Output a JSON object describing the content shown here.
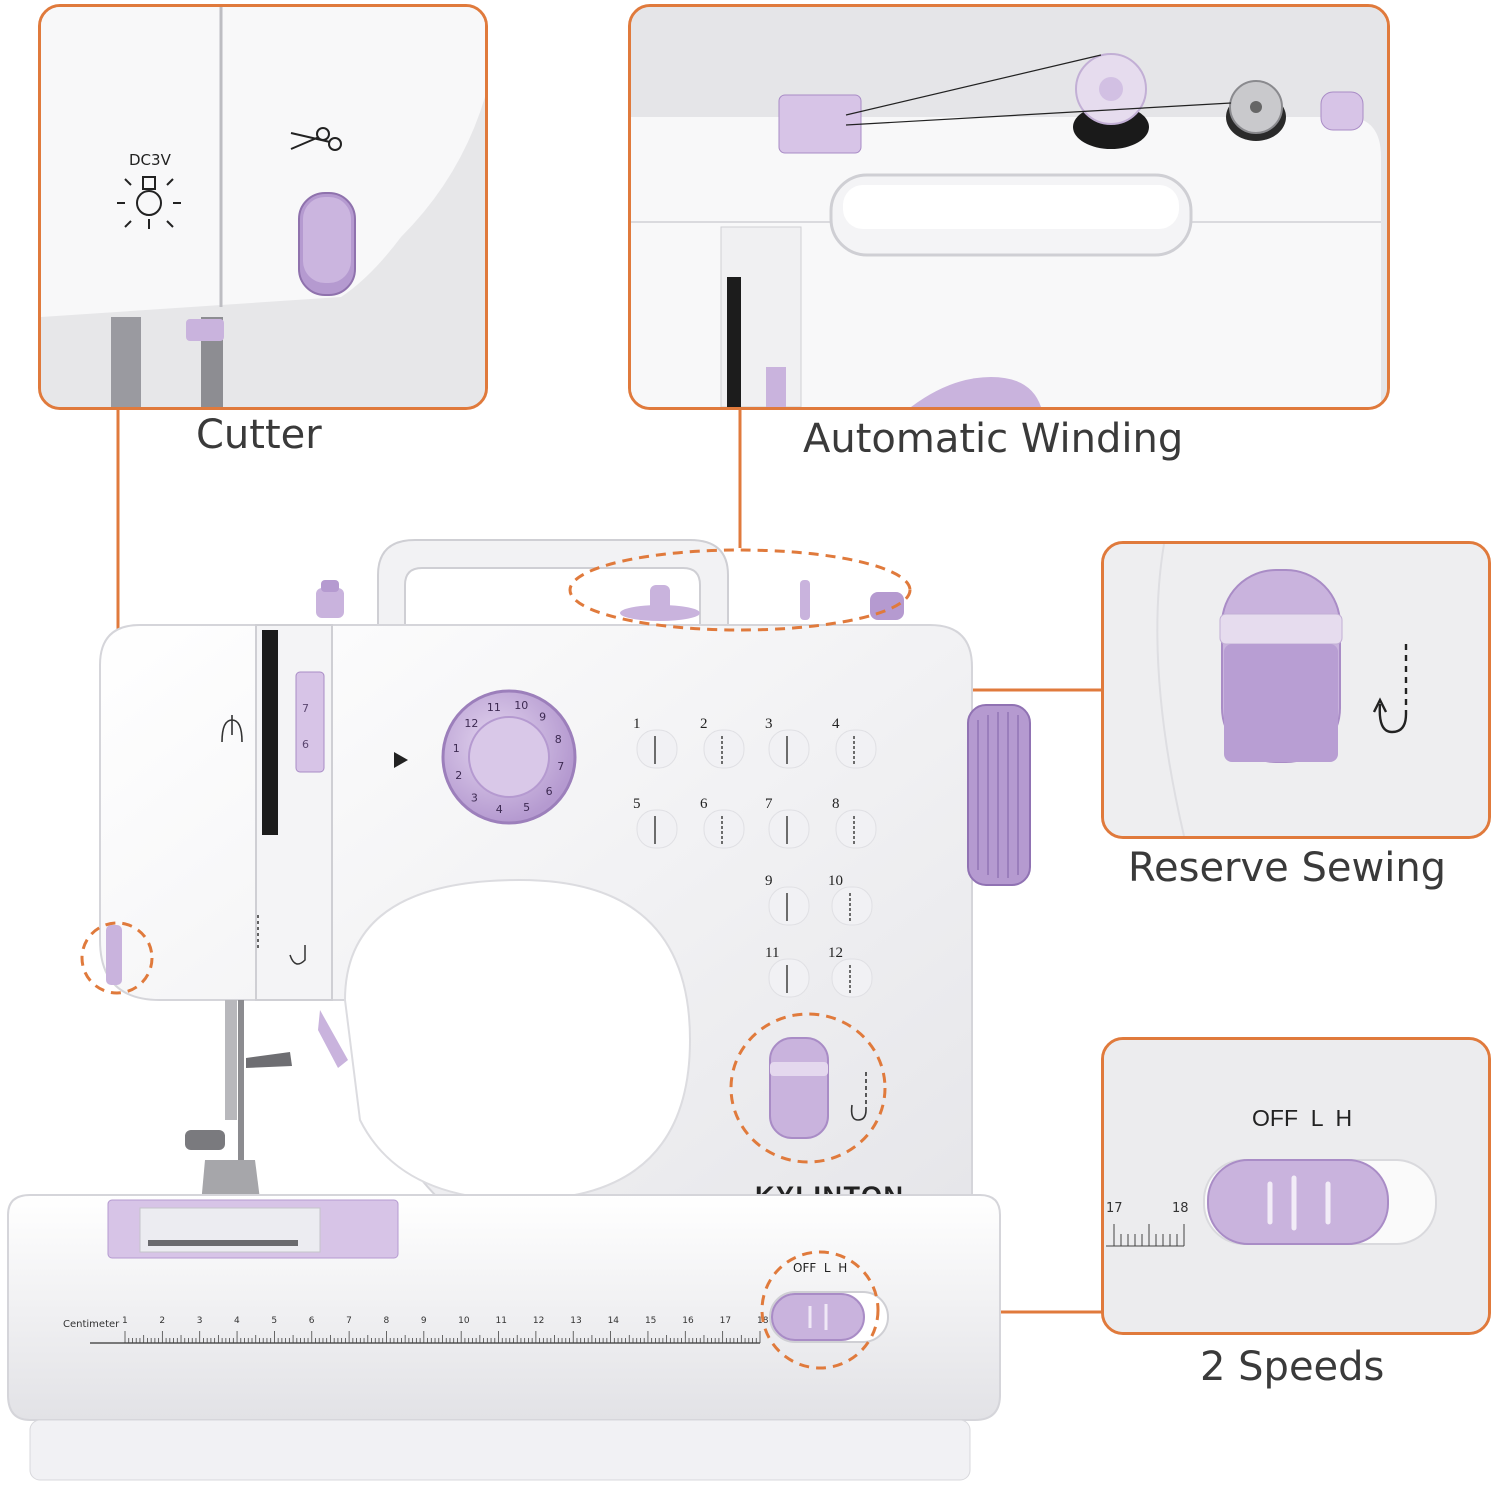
{
  "captions": {
    "cutter": "Cutter",
    "winding": "Automatic Winding",
    "reverse": "Reserve Sewing",
    "speeds": "2 Speeds"
  },
  "machine": {
    "brand": "KYLINTON",
    "ruler_label": "Centimeter",
    "ruler_numbers": [
      "1",
      "2",
      "3",
      "4",
      "5",
      "6",
      "7",
      "8",
      "9",
      "10",
      "11",
      "12",
      "13",
      "14",
      "15",
      "16",
      "17",
      "18"
    ],
    "stitch_numbers": [
      "1",
      "2",
      "3",
      "4",
      "5",
      "6",
      "7",
      "8",
      "9",
      "10",
      "11",
      "12"
    ],
    "dial_numbers": [
      "10",
      "9",
      "8",
      "7",
      "6",
      "5",
      "4",
      "3",
      "2",
      "1",
      "12",
      "11"
    ],
    "tension_numbers": [
      "7",
      "6"
    ],
    "speed_labels": "OFF  L  H"
  },
  "cutter_panel": {
    "light_label": "DC3V"
  },
  "speed_panel": {
    "switch_labels": "OFF  L  H",
    "ruler_start": "17",
    "ruler_end": "18"
  },
  "colors": {
    "accent_orange": "#e07a3c",
    "lavender": "#c9b3dd",
    "lavender_dark": "#a98cc6",
    "body_white": "#f7f7f8"
  }
}
